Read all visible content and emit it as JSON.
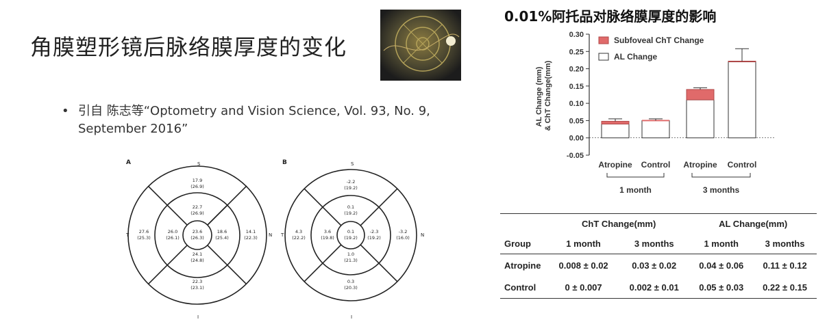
{
  "slide": {
    "title": "角膜塑形镜后脉络膜厚度的变化",
    "citation_bullet": "•",
    "citation": "引自 陈志等“Optometry and Vision Science, Vol. 93, No. 9, September 2016”"
  },
  "etdrs_a": {
    "panel_label": "A",
    "top_label": "S",
    "bottom_label": "I",
    "left_label": "T",
    "right_label": "N",
    "center": [
      "23.6",
      "(26.3)"
    ],
    "inner_superior": [
      "22.7",
      "(26.9)"
    ],
    "inner_inferior": [
      "24.1",
      "(24.8)"
    ],
    "inner_temporal": [
      "26.0",
      "(26.1)"
    ],
    "inner_nasal": [
      "18.6",
      "(25.4)"
    ],
    "outer_superior": [
      "17.9",
      "(26.9)"
    ],
    "outer_inferior": [
      "22.3",
      "(23.1)"
    ],
    "outer_temporal": [
      "27.6",
      "(25.3)"
    ],
    "outer_nasal": [
      "14.1",
      "(22.3)"
    ]
  },
  "etdrs_b": {
    "panel_label": "B",
    "top_label": "S",
    "bottom_label": "I",
    "left_label": "T",
    "right_label": "N",
    "center": [
      "0.1",
      "(19.2)"
    ],
    "inner_superior": [
      "0.1",
      "(19.2)"
    ],
    "inner_inferior": [
      "1.0",
      "(21.3)"
    ],
    "inner_temporal": [
      "3.6",
      "(19.8)"
    ],
    "inner_nasal": [
      "-2.3",
      "(19.2)"
    ],
    "outer_superior": [
      "-2.2",
      "(19.2)"
    ],
    "outer_inferior": [
      "0.3",
      "(20.3)"
    ],
    "outer_temporal": [
      "4.3",
      "(22.2)"
    ],
    "outer_nasal": [
      "-3.2",
      "(16.0)"
    ]
  },
  "chart_data": {
    "type": "bar",
    "title": "0.01%阿托品对脉络膜厚度的影响",
    "ylabel": "AL Change (mm)\n& ChT Change(mm)",
    "ylabel_line1": "AL Change (mm)",
    "ylabel_line2": "& ChT Change(mm)",
    "ylim": [
      -0.05,
      0.3
    ],
    "yticks": [
      "-0.05",
      "0.00",
      "0.05",
      "0.10",
      "0.15",
      "0.20",
      "0.25",
      "0.30"
    ],
    "ytick_values": [
      -0.05,
      0.0,
      0.05,
      0.1,
      0.15,
      0.2,
      0.25,
      0.3
    ],
    "categories": [
      "Atropine",
      "Control",
      "Atropine",
      "Control"
    ],
    "groups": [
      "1 month",
      "3 months"
    ],
    "series": [
      {
        "name": "AL Change",
        "values": [
          0.04,
          0.05,
          0.11,
          0.22
        ],
        "color": "#ffffff"
      },
      {
        "name": "Subfoveal ChT Change",
        "values": [
          0.008,
          0.0,
          0.03,
          0.002
        ],
        "color": "#e06a6a"
      }
    ],
    "error_bar_tops": [
      0.055,
      0.055,
      0.145,
      0.258
    ],
    "legend": [
      "Subfoveal ChT Change",
      "AL Change"
    ],
    "legend_position": "top-left"
  },
  "table": {
    "header_group1": "ChT Change(mm)",
    "header_group2": "AL Change(mm)",
    "col_group": "Group",
    "col_1m": "1 month",
    "col_3m": "3 months",
    "rows": [
      {
        "group": "Atropine",
        "cht_1m": "0.008 ± 0.02",
        "cht_3m": "0.03 ± 0.02",
        "al_1m": "0.04 ± 0.06",
        "al_3m": "0.11 ± 0.12"
      },
      {
        "group": "Control",
        "cht_1m": "0 ± 0.007",
        "cht_3m": "0.002 ± 0.01",
        "al_1m": "0.05 ± 0.03",
        "al_3m": "0.22 ± 0.15"
      }
    ]
  }
}
